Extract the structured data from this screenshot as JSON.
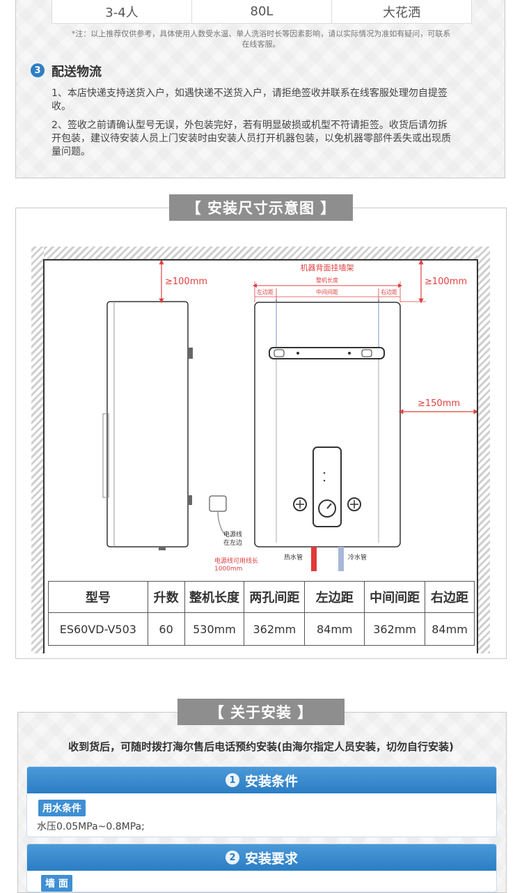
{
  "spec_row": [
    "3-4人",
    "80L",
    "大花洒"
  ],
  "note": "*注：以上推荐仅供参考，具体使用人数受水温、单人洗浴时长等因素影响，请以实际情况为准如有疑问，可联系在线客服。",
  "delivery": {
    "number": "3",
    "title": "配送物流",
    "p1": "1、本店快递支持送货入户，如遇快递不送货入户，请拒绝签收并联系在线客服处理勿自提签收。",
    "p2": "2、签收之前请确认型号无误，外包装完好，若有明显破损或机型不符请拒签。收货后请勿拆开包装，建议待安装人员上门安装时由安装人员打开机器包装，以免机器零部件丢失或出现质量问题。"
  },
  "install_size": {
    "banner": "【 安装尺寸示意图 】",
    "dim_top_left": "≥100mm",
    "dim_top_right": "≥100mm",
    "dim_side": "≥150mm",
    "bracket_title": "机器背面挂墙架",
    "whole_length": "整机长度",
    "left_margin": "左边距",
    "middle_gap": "中间间距",
    "right_margin": "右边距",
    "cord_line1": "电源线",
    "cord_line2": "在左边",
    "cord_length_line1": "电源线可用线长",
    "cord_length_line2": "1000mm",
    "hot_pipe": "热水管",
    "cold_pipe": "冷水管",
    "table_headers": [
      "型号",
      "升数",
      "整机长度",
      "两孔间距",
      "左边距",
      "中间间距",
      "右边距"
    ],
    "table_values": [
      "ES60VD-V503",
      "60",
      "530mm",
      "362mm",
      "84mm",
      "362mm",
      "84mm"
    ]
  },
  "about_install": {
    "banner": "【 关于安装 】",
    "intro": "收到货后，可随时拨打海尔售后电话预约安装(由海尔指定人员安装，切勿自行安装)",
    "card1": {
      "number": "1",
      "title": "安装条件",
      "tag": "用水条件",
      "text": "水压0.05MPa~0.8MPa;"
    },
    "card2": {
      "number": "2",
      "title": "安装要求",
      "tag": "墙 面"
    }
  },
  "colors": {
    "accent_blue": "#2b7dc4",
    "dim_red": "#e04040",
    "banner_gray": "#8e8e8e"
  }
}
